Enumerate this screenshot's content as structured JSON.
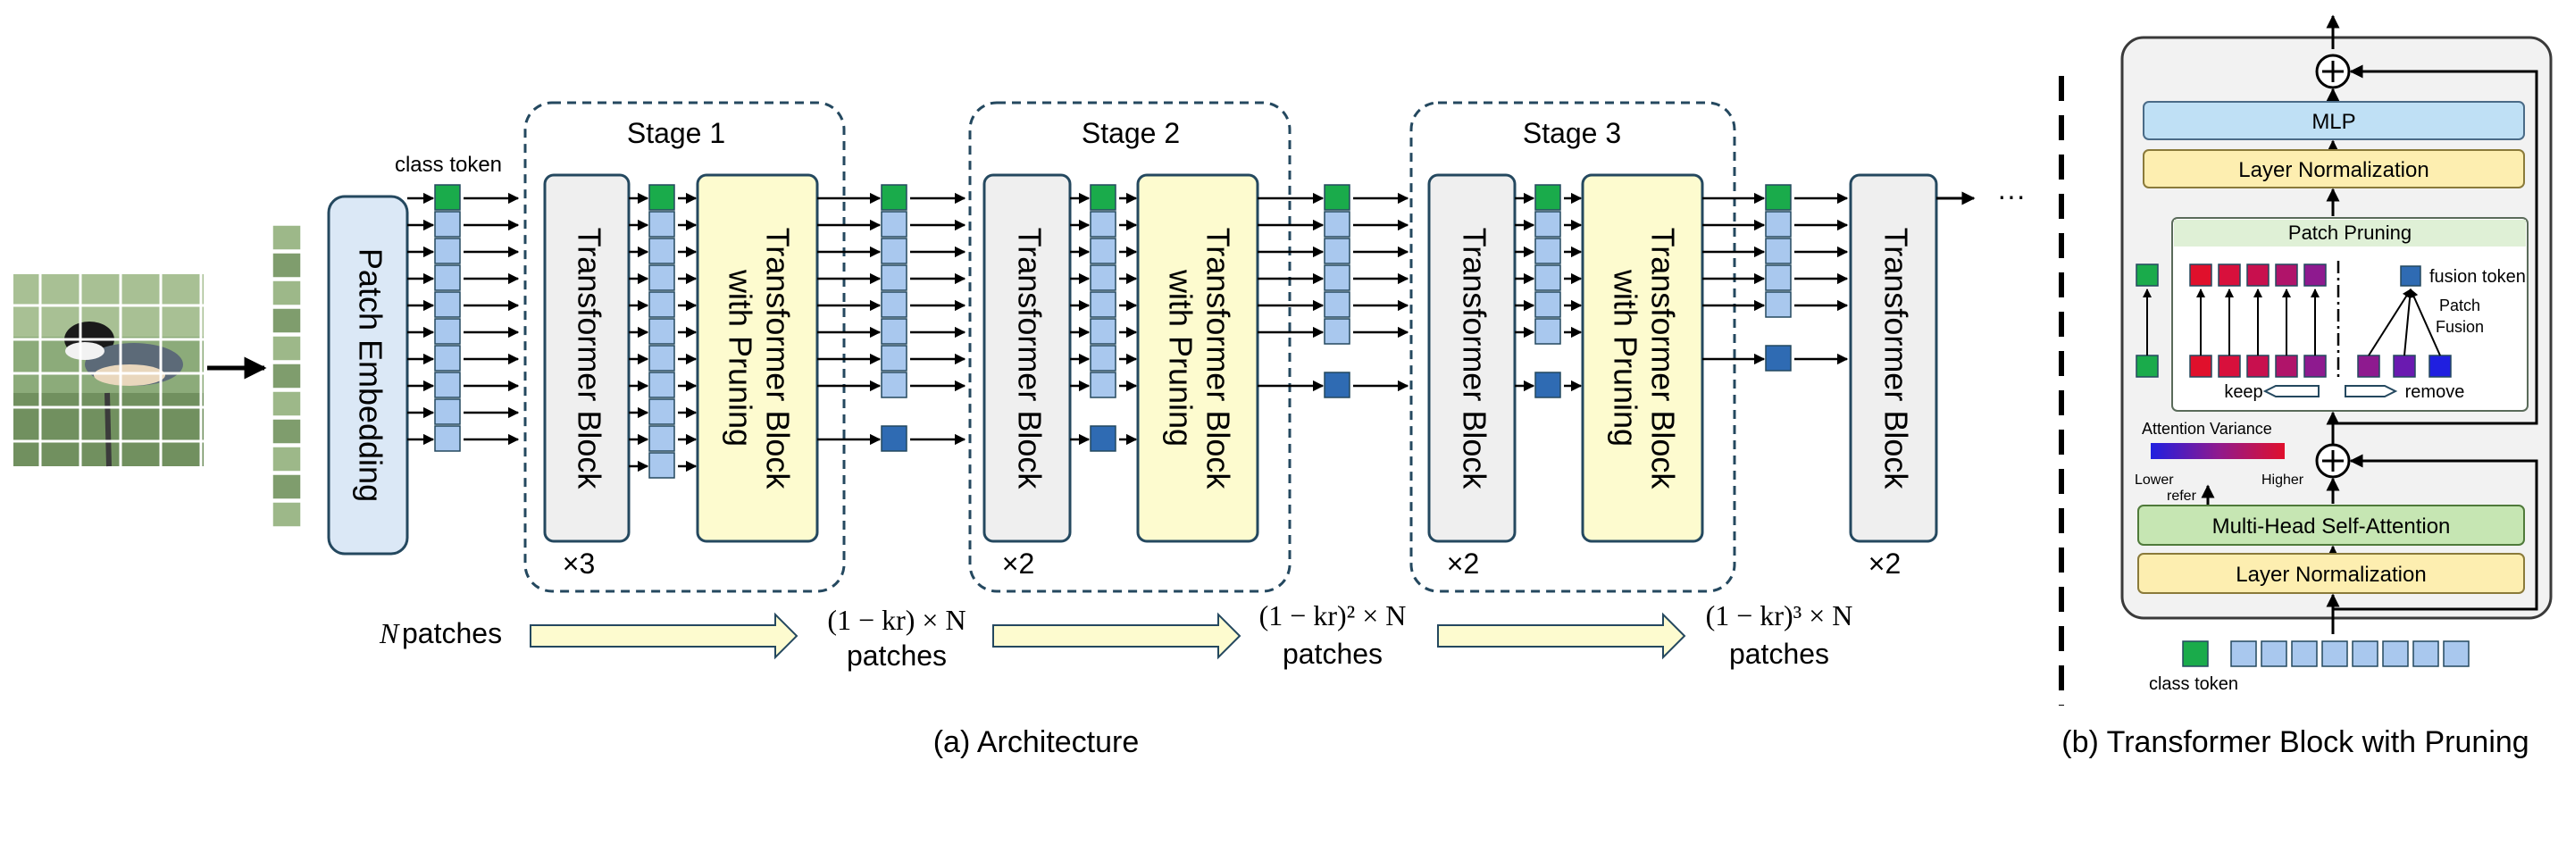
{
  "architecture": {
    "class_token_label": "class token",
    "patch_embedding_label": "Patch Embedding",
    "stages": [
      {
        "title": "Stage 1",
        "block_label": "Transformer Block",
        "pruning_label_1": "Transformer Block",
        "pruning_label_2": "with Pruning",
        "repeat": "×3"
      },
      {
        "title": "Stage 2",
        "block_label": "Transformer Block",
        "pruning_label_1": "Transformer Block",
        "pruning_label_2": "with Pruning",
        "repeat": "×2"
      },
      {
        "title": "Stage 3",
        "block_label": "Transformer Block",
        "pruning_label_1": "Transformer Block",
        "pruning_label_2": "with Pruning",
        "repeat": "×2"
      }
    ],
    "final_block_label": "Transformer Block",
    "final_repeat": "×2",
    "ellipsis": "···",
    "patch_counts": [
      {
        "formula": "N",
        "unit": "patches"
      },
      {
        "formula": "(1 − kr) × N",
        "unit": "patches"
      },
      {
        "formula": "(1 − kr)² × N",
        "unit": "patches"
      },
      {
        "formula": "(1 − kr)³ × N",
        "unit": "patches"
      }
    ],
    "caption": "(a) Architecture"
  },
  "pruning_block": {
    "mlp_label": "MLP",
    "layer_norm_top_label": "Layer Normalization",
    "patch_pruning_title": "Patch Pruning",
    "fusion_token_label": "fusion token",
    "patch_fusion_label_1": "Patch",
    "patch_fusion_label_2": "Fusion",
    "keep_label": "keep",
    "remove_label": "remove",
    "attention_variance_label": "Attention Variance",
    "lower_label": "Lower",
    "higher_label": "Higher",
    "refer_label": "refer",
    "mhsa_label": "Multi-Head Self-Attention",
    "layer_norm_bottom_label": "Layer Normalization",
    "class_token_label": "class token",
    "caption": "(b) Transformer Block with Pruning"
  },
  "colors": {
    "green_token": "#1aab4b",
    "light_blue_token": "#a9c8ee",
    "dark_blue_token": "#2f6bb3",
    "block_gray": "#efefef",
    "pruning_yellow": "#fdfbcf",
    "embedding_blue": "#dbe8f6",
    "mlp_blue": "#bfe0f5",
    "layernorm_yellow": "#fdeeb0",
    "mhsa_green": "#c6e6b3",
    "red_token": "#e0102c",
    "purple_token": "#8e1a8f",
    "blue_token": "#1f1fe0"
  }
}
